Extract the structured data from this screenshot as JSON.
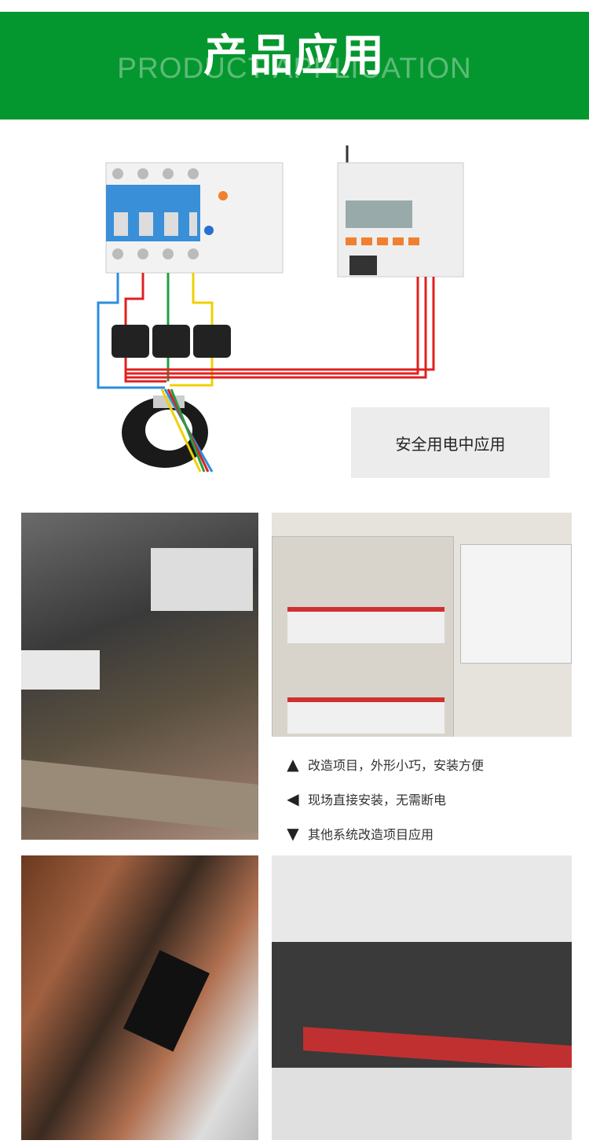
{
  "header": {
    "title": "产品应用",
    "subtitle": "PRODUCT APPLICATION",
    "color": "#05972f"
  },
  "diagram": {
    "caption": "安全用电中应用"
  },
  "notes": [
    {
      "icon": "triangle-up-icon",
      "glyph": "▲",
      "text": "改造项目，外形小巧，安装方便"
    },
    {
      "icon": "triangle-left-icon",
      "glyph": "◀",
      "text": "现场直接安装，无需断电"
    },
    {
      "icon": "triangle-down-icon",
      "glyph": "▼",
      "text": "其他系统改造项目应用"
    }
  ]
}
